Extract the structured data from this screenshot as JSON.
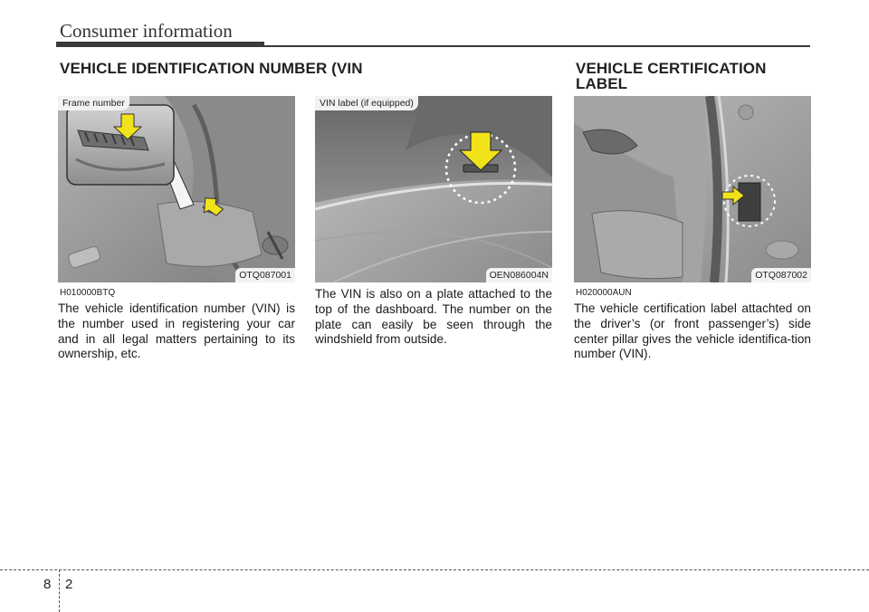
{
  "header": {
    "title": "Consumer information"
  },
  "left": {
    "heading": "VEHICLE IDENTIFICATION NUMBER (VIN",
    "figure": {
      "tag": "Frame number",
      "code": "OTQ087001"
    },
    "ref_code": "H010000BTQ",
    "paragraph": "The vehicle identification number (VIN) is the number used in registering your car and in all legal matters pertaining to its ownership, etc."
  },
  "middle": {
    "figure": {
      "tag": "VIN label (if equipped)",
      "code": "OEN086004N"
    },
    "paragraph": "The VIN is also on a plate attached to the top of the dashboard. The number on the plate can easily be seen through the windshield from outside."
  },
  "right": {
    "heading_line1": "VEHICLE CERTIFICATION",
    "heading_line2": "LABEL",
    "figure": {
      "code": "OTQ087002"
    },
    "ref_code": "H020000AUN",
    "paragraph": "The vehicle certification label attachted on the driver’s (or front passenger’s) side center pillar gives the vehicle identifica-tion number (VIN)."
  },
  "footer": {
    "chapter": "8",
    "page": "2"
  },
  "colors": {
    "arrow": "#f2e21a",
    "rule": "#3a3a3a"
  }
}
